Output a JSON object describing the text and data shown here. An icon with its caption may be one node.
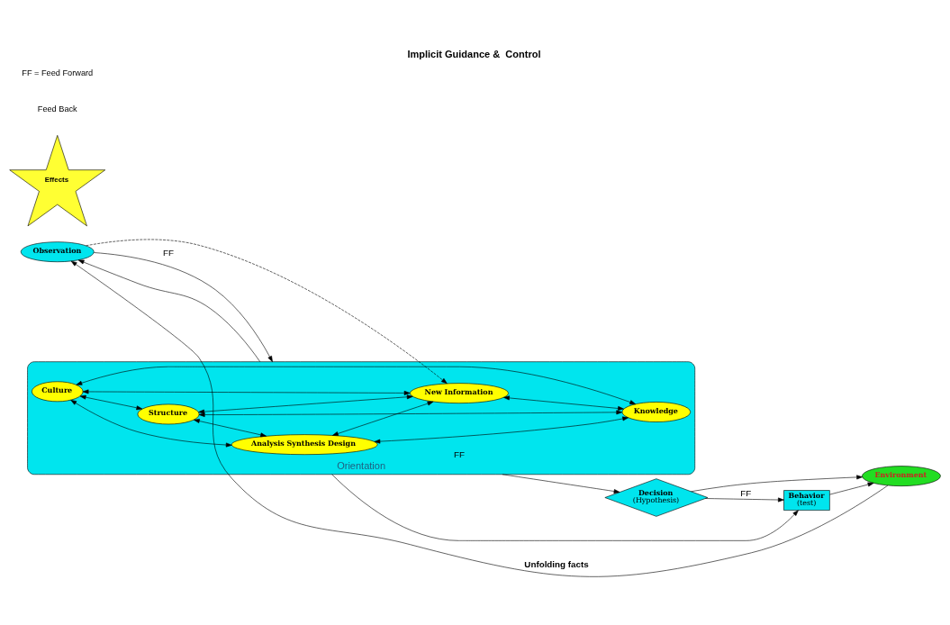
{
  "diagram": {
    "title": "Implicit Guidance &  Control",
    "nodes": [
      {
        "text": [
          "Observation"
        ]
      },
      {
        "text": [
          "Orientation"
        ]
      },
      {
        "text": [
          "Culture"
        ],
        "in": 1
      },
      {
        "text": [
          "Structure"
        ],
        "in": 1
      },
      {
        "text": [
          "Analysis Synthesis Design"
        ],
        "in": 1
      },
      {
        "text": [
          "New Information"
        ],
        "in": 1
      },
      {
        "text": [
          "Knowledge"
        ],
        "in": 1
      },
      {
        "text": [
          "Decision",
          "(Hypothesis)"
        ]
      },
      {
        "text": [
          "Behavior",
          "(test)"
        ]
      },
      {
        "text": [
          "Environment"
        ]
      },
      {
        "text": [
          "Effects"
        ]
      }
    ],
    "edges": [
      {
        "from": 0,
        "to": 1,
        "arrow": "to",
        "label": "FF"
      },
      {
        "from": 0,
        "to": 5,
        "arrow": "to",
        "style": "dashed"
      },
      {
        "from": 1,
        "to": 7,
        "arrow": "to",
        "label": "FF"
      },
      {
        "from": 7,
        "to": 8,
        "arrow": "to",
        "label": "FF"
      },
      {
        "from": 1,
        "to": 0,
        "arrow": "to"
      },
      {
        "from": 1,
        "to": 8,
        "arrow": "to"
      },
      {
        "from": 7,
        "to": 9,
        "arrow": "to"
      },
      {
        "from": 8,
        "to": 9,
        "arrow": "to"
      },
      {
        "from": 9,
        "to": 0,
        "arrow": "to",
        "label": "Unfolding facts"
      },
      {
        "from": 2,
        "to": 3,
        "arrow": "both"
      },
      {
        "from": 2,
        "to": 4,
        "arrow": "both"
      },
      {
        "from": 2,
        "to": 5,
        "arrow": "both"
      },
      {
        "from": 2,
        "to": 6,
        "arrow": "both"
      },
      {
        "from": 3,
        "to": 4,
        "arrow": "both"
      },
      {
        "from": 3,
        "to": 5,
        "arrow": "both"
      },
      {
        "from": 3,
        "to": 6,
        "arrow": "both"
      },
      {
        "from": 4,
        "to": 5,
        "arrow": "both"
      },
      {
        "from": 4,
        "to": 6,
        "arrow": "both"
      },
      {
        "from": 5,
        "to": 6,
        "arrow": "both"
      }
    ],
    "labels": [
      "Feed Back",
      "FF = Feed Forward"
    ]
  }
}
